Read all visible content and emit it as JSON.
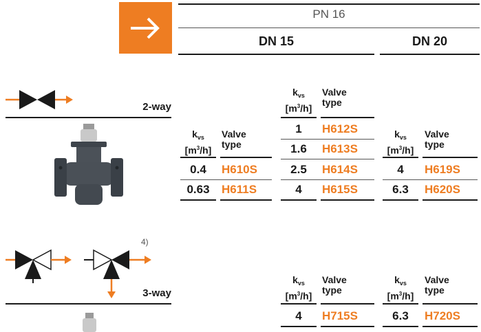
{
  "header": {
    "pressure_label": "PN 16",
    "dn_columns": [
      "DN 15",
      "DN 20"
    ],
    "arrow_badge_color": "#ee7d22"
  },
  "colors": {
    "accent": "#ee7d22",
    "text": "#1a1a1a"
  },
  "table_headers": {
    "kvs_main": "k",
    "kvs_sub": "vs",
    "kvs_unit_pre": "[m",
    "kvs_unit_sup": "3",
    "kvs_unit_post": "/h]",
    "valve_line1": "Valve",
    "valve_line2": "type"
  },
  "two_way": {
    "label": "2-way",
    "icon": "two-way-valve-symbol-icon",
    "image": "valve-photo",
    "dn15_col_a": [
      {
        "kvs": "0.4",
        "type": "H610S"
      },
      {
        "kvs": "0.63",
        "type": "H611S"
      }
    ],
    "dn15_col_b": [
      {
        "kvs": "1",
        "type": "H612S"
      },
      {
        "kvs": "1.6",
        "type": "H613S"
      },
      {
        "kvs": "2.5",
        "type": "H614S"
      },
      {
        "kvs": "4",
        "type": "H615S"
      }
    ],
    "dn20": [
      {
        "kvs": "4",
        "type": "H619S"
      },
      {
        "kvs": "6.3",
        "type": "H620S"
      }
    ]
  },
  "three_way": {
    "label": "3-way",
    "footnote": "4)",
    "icons": [
      "three-way-mixing-valve-symbol-icon",
      "three-way-diverting-valve-symbol-icon"
    ],
    "dn15": [
      {
        "kvs": "4",
        "type": "H715S"
      }
    ],
    "dn20": [
      {
        "kvs": "6.3",
        "type": "H720S"
      }
    ]
  }
}
